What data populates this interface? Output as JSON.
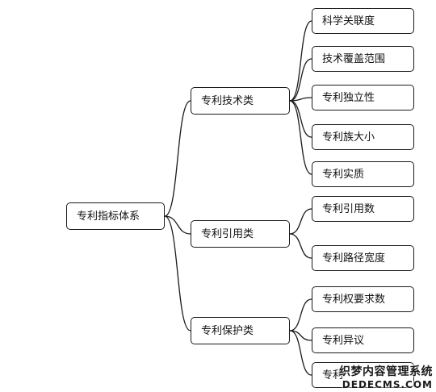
{
  "root": {
    "label": "专利指标体系"
  },
  "categories": [
    {
      "label": "专利技术类",
      "children": [
        "科学关联度",
        "技术覆盖范围",
        "专利独立性",
        "专利族大小",
        "专利实质"
      ]
    },
    {
      "label": "专利引用类",
      "children": [
        "专利引用数",
        "专利路径宽度"
      ]
    },
    {
      "label": "专利保护类",
      "children": [
        "专利权要求数",
        "专利异议",
        "专利"
      ]
    }
  ],
  "watermark": {
    "line1": "织梦内容管理系统",
    "line2": "DEDECMS.COM"
  },
  "colors": {
    "line": "#1a1a1a",
    "background": "#ffffff"
  }
}
